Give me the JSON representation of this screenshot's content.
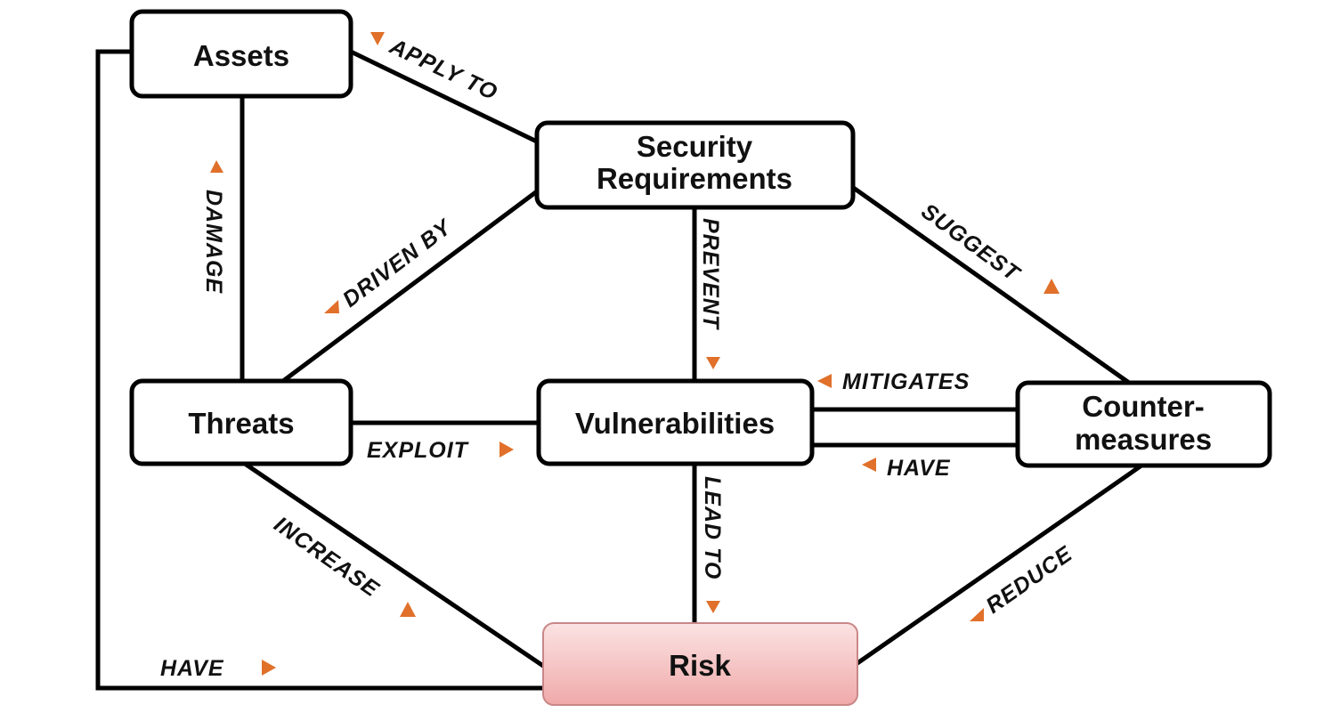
{
  "nodes": {
    "assets": "Assets",
    "security_requirements": [
      "Security",
      "Requirements"
    ],
    "threats": "Threats",
    "vulnerabilities": "Vulnerabilities",
    "countermeasures": [
      "Counter-",
      "measures"
    ],
    "risk": "Risk"
  },
  "edges": {
    "apply_to": "APPLY TO",
    "damage": "DAMAGE",
    "driven_by": "DRIVEN BY",
    "prevent": "PREVENT",
    "suggest": "SUGGEST",
    "mitigates": "MITIGATES",
    "exploit": "EXPLOIT",
    "have_vuln": "HAVE",
    "lead_to": "LEAD TO",
    "increase": "INCREASE",
    "reduce": "REDUCE",
    "have_risk": "HAVE"
  },
  "colors": {
    "arrow": "#e0702a",
    "risk_fill_top": "#fbe3e3",
    "risk_fill_bottom": "#f0a9a9"
  }
}
